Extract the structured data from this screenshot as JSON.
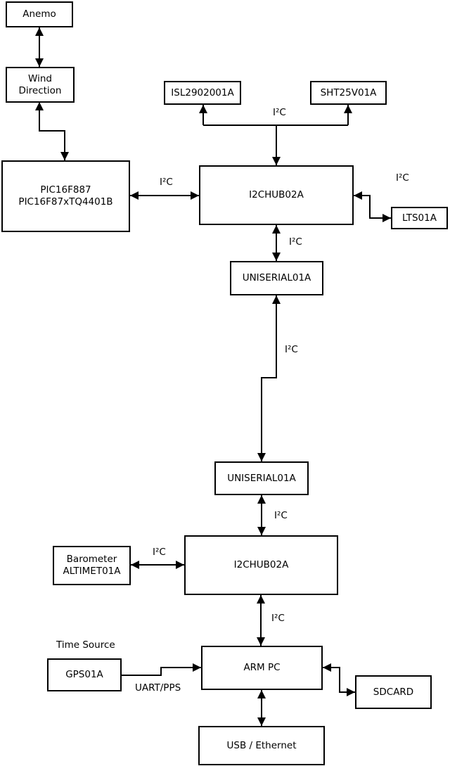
{
  "diagram_title": "",
  "colors": {
    "background": "#ffffff",
    "line": "#000000",
    "text": "#000000"
  },
  "boxes": {
    "anemo": {
      "label": "Anemo"
    },
    "wind_direction": {
      "label": "Wind\nDirection"
    },
    "pic": {
      "label": "PIC16F887\nPIC16F87xTQ4401B"
    },
    "isl": {
      "label": "ISL2902001A"
    },
    "sht": {
      "label": "SHT25V01A"
    },
    "i2chub_top": {
      "label": "I2CHUB02A"
    },
    "lts": {
      "label": "LTS01A"
    },
    "uniserial_top": {
      "label": "UNISERIAL01A"
    },
    "uniserial_bottom": {
      "label": "UNISERIAL01A"
    },
    "barometer": {
      "label": "Barometer\nALTIMET01A"
    },
    "i2chub_bottom": {
      "label": "I2CHUB02A"
    },
    "gps": {
      "label": "GPS01A"
    },
    "arm_pc": {
      "label": "ARM PC"
    },
    "sdcard": {
      "label": "SDCARD"
    },
    "usb_ethernet": {
      "label": "USB / Ethernet"
    }
  },
  "labels": {
    "i2c": "I²C",
    "uart_pps": "UART/PPS",
    "time_source": "Time Source"
  }
}
